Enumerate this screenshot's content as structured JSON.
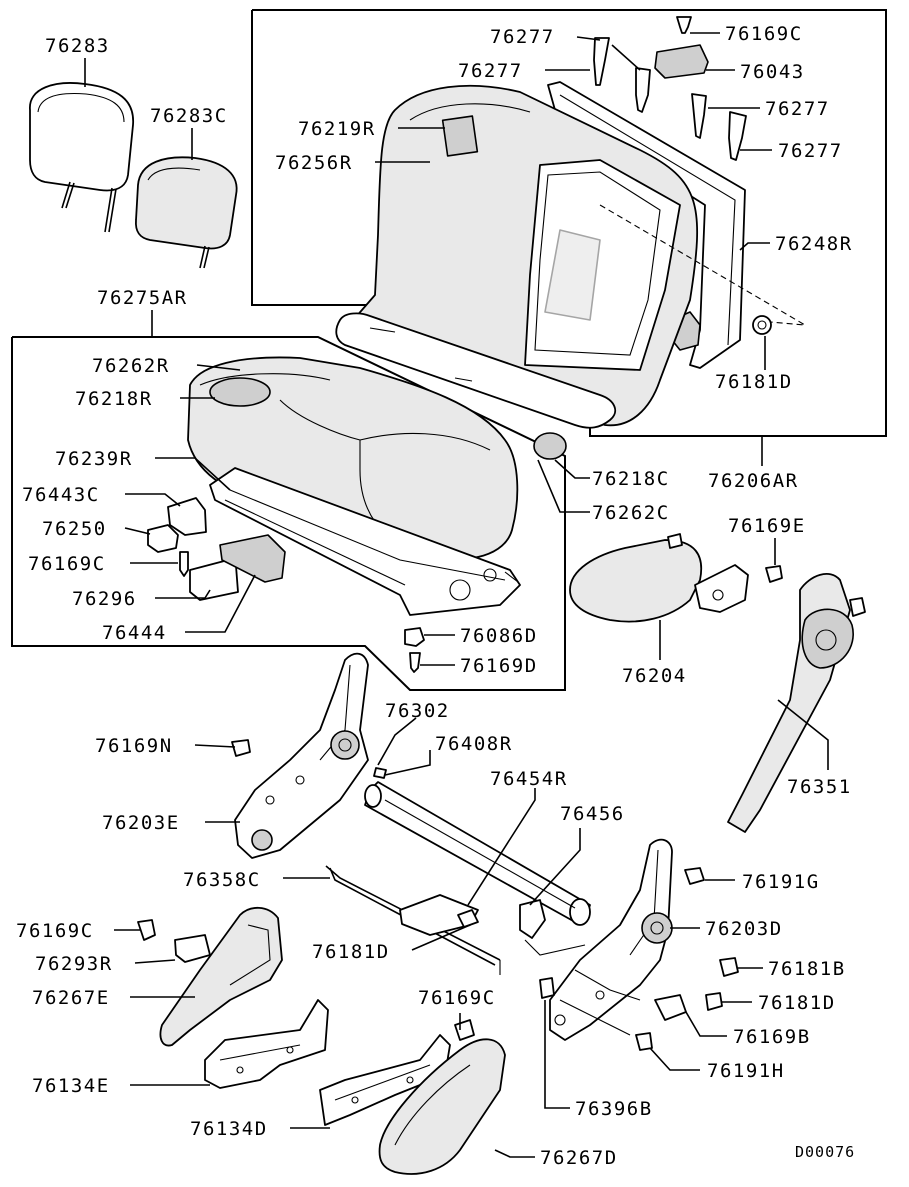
{
  "diagram_code": "D00076",
  "labels": {
    "l76283": "76283",
    "l76283C": "76283C",
    "l76275AR": "76275AR",
    "l76262R": "76262R",
    "l76218R": "76218R",
    "l76239R": "76239R",
    "l76443C": "76443C",
    "l76250": "76250",
    "l76169C_a": "76169C",
    "l76296": "76296",
    "l76444": "76444",
    "l76086D": "76086D",
    "l76169D": "76169D",
    "l76277_a": "76277",
    "l76277_b": "76277",
    "l76169C_b": "76169C",
    "l76043": "76043",
    "l76277_c": "76277",
    "l76277_d": "76277",
    "l76219R": "76219R",
    "l76256R": "76256R",
    "l76248R": "76248R",
    "l76181D_a": "76181D",
    "l76218C": "76218C",
    "l76206AR": "76206AR",
    "l76262C": "76262C",
    "l76169E": "76169E",
    "l76204": "76204",
    "l76302": "76302",
    "l76408R": "76408R",
    "l76169N": "76169N",
    "l76454R": "76454R",
    "l76351": "76351",
    "l76456": "76456",
    "l76203E": "76203E",
    "l76358C": "76358C",
    "l76191G": "76191G",
    "l76203D": "76203D",
    "l76169C_c": "76169C",
    "l76181D_b": "76181D",
    "l76293R": "76293R",
    "l76181B": "76181B",
    "l76267E": "76267E",
    "l76169C_d": "76169C",
    "l76181D_c": "76181D",
    "l76169B": "76169B",
    "l76134E": "76134E",
    "l76191H": "76191H",
    "l76396B": "76396B",
    "l76134D": "76134D",
    "l76267D": "76267D"
  }
}
